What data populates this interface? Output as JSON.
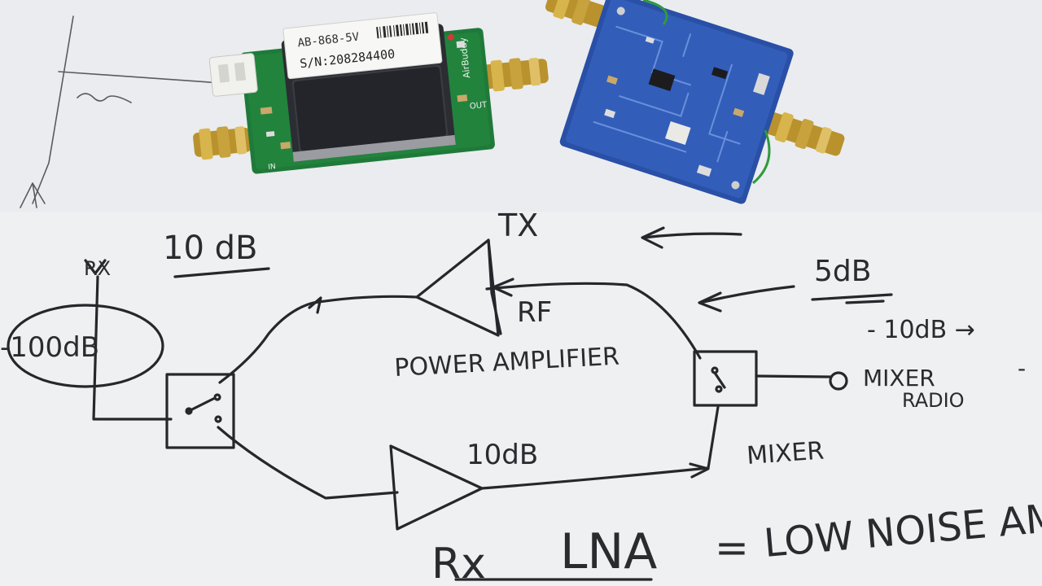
{
  "board_left": {
    "label_model": "AB-868-5V",
    "label_serial": "S/N:208284400",
    "brand": "AirBuddy",
    "port_in": "IN",
    "port_out": "OUT"
  },
  "sketch": {
    "tx": "TX",
    "rx_top": "RX",
    "gain_left": "10 dB",
    "gain_right": "5dB",
    "rf": "RF",
    "power_amp": "POWER AMPLIFIER",
    "ellipse_label": "-100dB",
    "right_note": "- 10dB →",
    "mixer_radio_1": "MIXER",
    "mixer_radio_2": "RADIO",
    "dash_right": "-",
    "lna_gain": "10dB",
    "mixer": "MIXER",
    "bottom_rx": "Rx",
    "bottom_lna": "LNA",
    "bottom_eq": "=",
    "bottom_desc": "LOW NOISE AMP"
  }
}
